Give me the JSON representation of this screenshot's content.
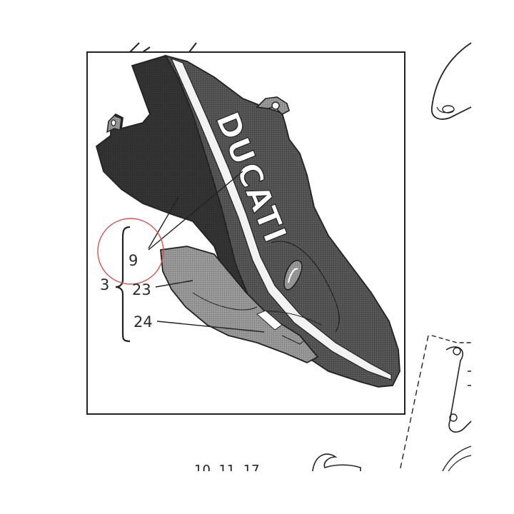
{
  "brand_text": "DUCATI",
  "callouts": {
    "group": "3",
    "part_9": "9",
    "part_23": "23",
    "part_24": "24"
  },
  "bottom_numbers": "10  11  17",
  "colors": {
    "line": "#222222",
    "panel_dark": "#3a3a3a",
    "panel_mid": "#5a5a5a",
    "panel_light": "#7a7a7a",
    "highlight_circle": "#d9534f"
  }
}
